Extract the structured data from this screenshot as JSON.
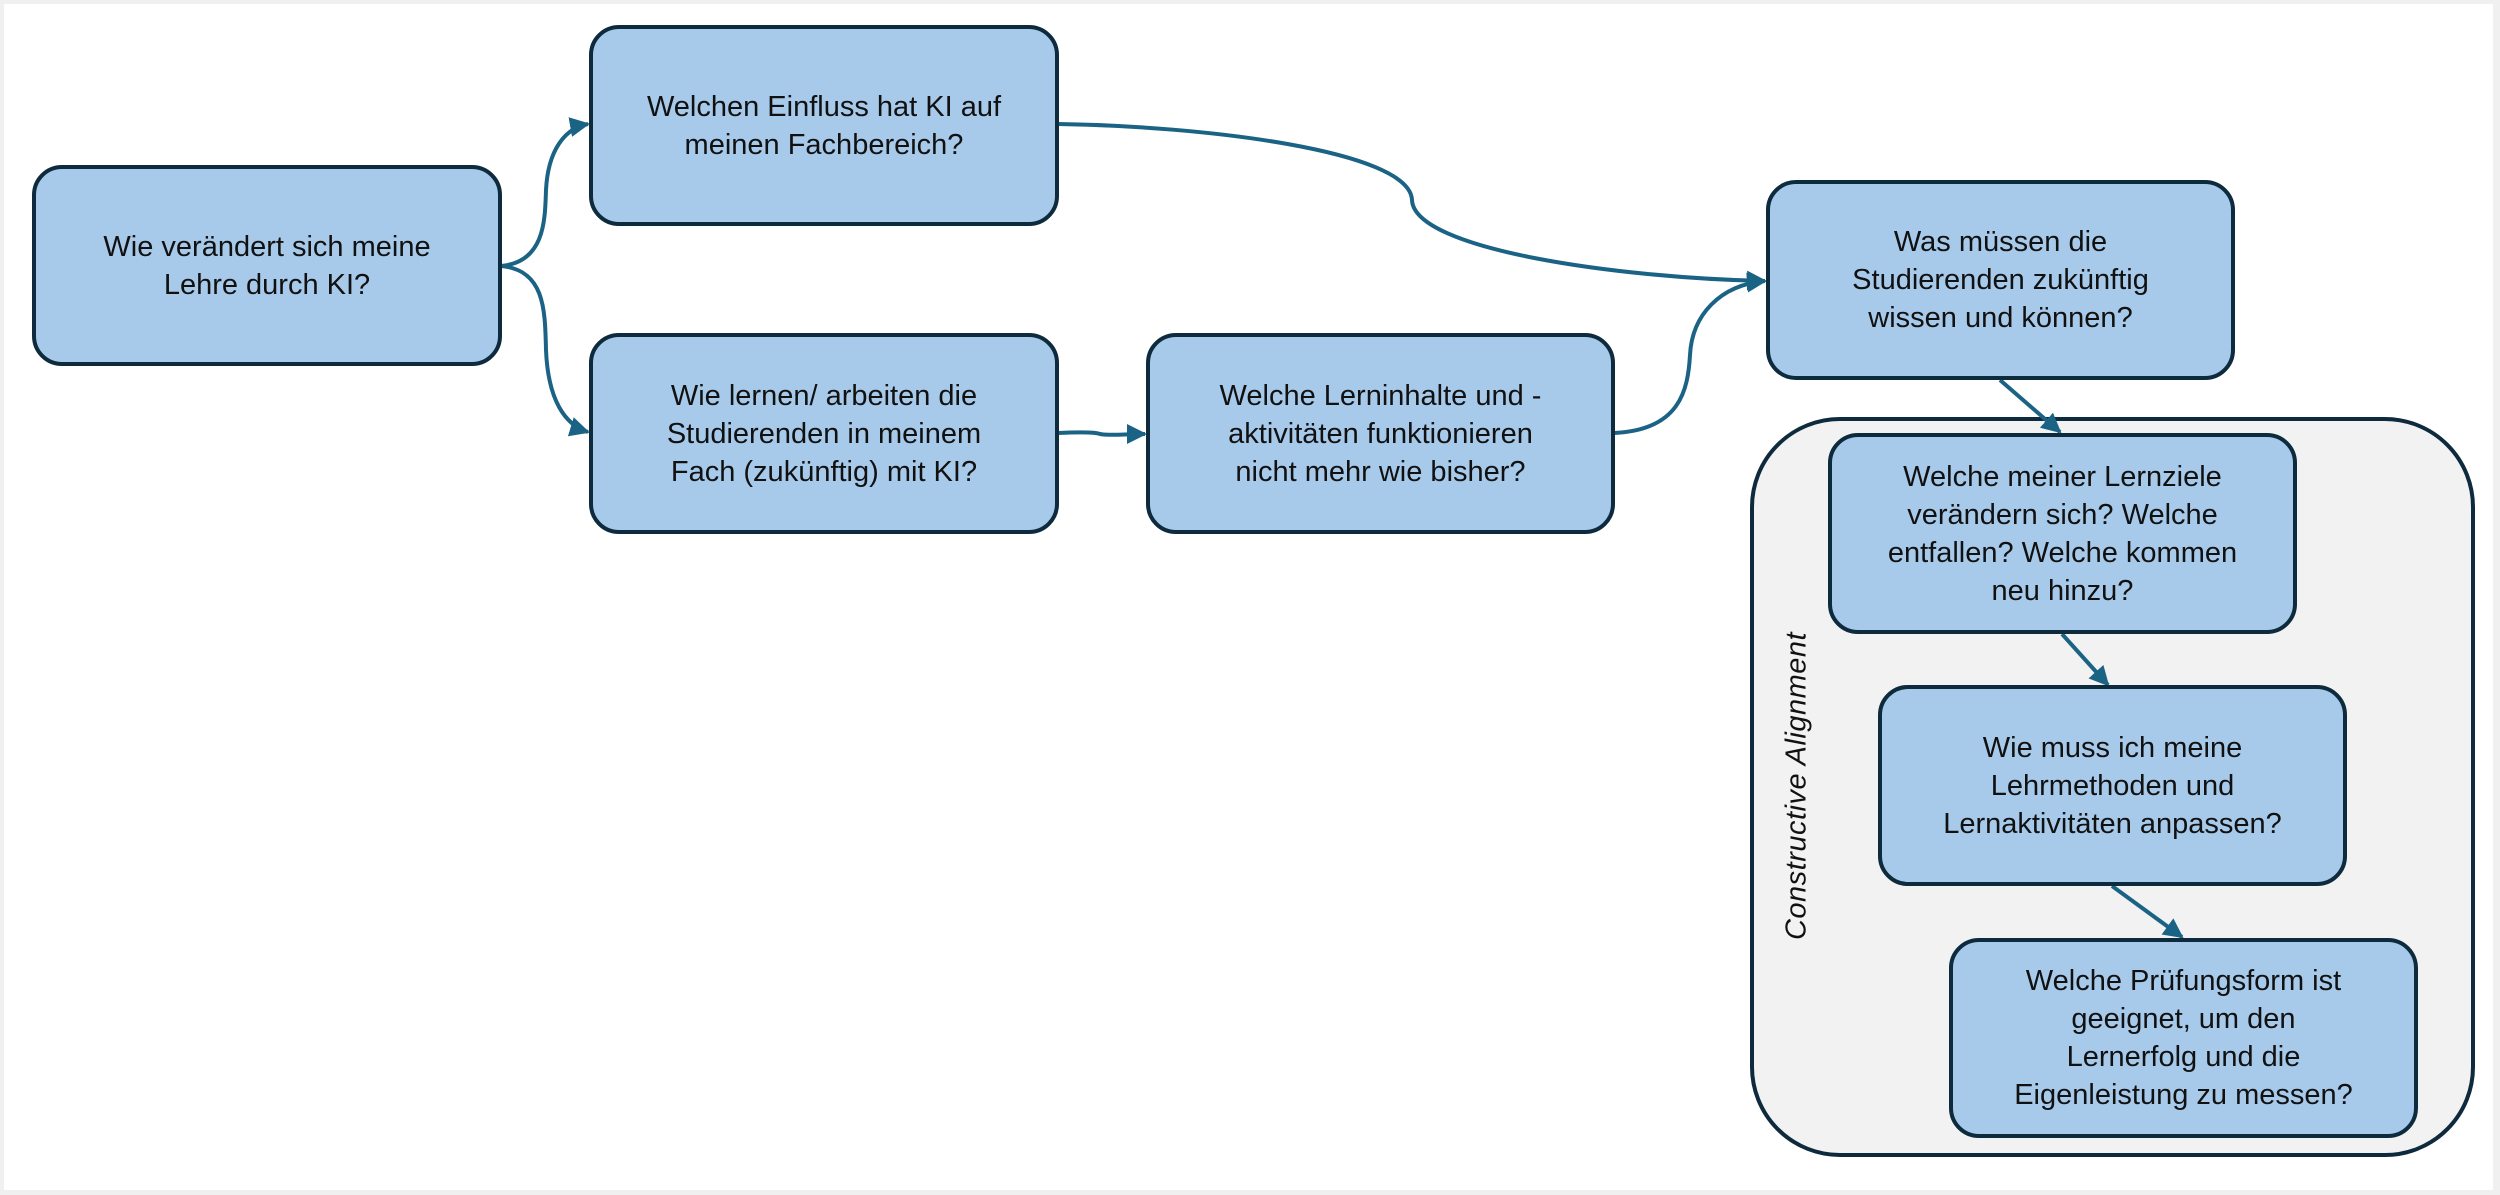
{
  "diagram": {
    "colors": {
      "node_fill": "#a7caeb",
      "node_border": "#0e2a3d",
      "connector": "#1b6385",
      "group_fill": "#f2f2f2",
      "background": "#ffffff"
    },
    "group": {
      "label": "Constructive Alignment"
    },
    "nodes": [
      {
        "id": "n1",
        "text": "Wie verändert sich meine\nLehre durch KI?"
      },
      {
        "id": "n2",
        "text": "Welchen Einfluss hat KI auf\nmeinen Fachbereich?"
      },
      {
        "id": "n3",
        "text": "Wie lernen/ arbeiten die\nStudierenden in meinem\nFach (zukünftig) mit KI?"
      },
      {
        "id": "n4",
        "text": "Welche Lerninhalte und -\naktivitäten funktionieren\nnicht mehr wie bisher?"
      },
      {
        "id": "n5",
        "text": "Was müssen die\nStudierenden zukünftig\nwissen und können?"
      },
      {
        "id": "n6",
        "text": "Welche meiner Lernziele\nverändern sich? Welche\nentfallen? Welche kommen\nneu hinzu?"
      },
      {
        "id": "n7",
        "text": "Wie muss ich meine\nLehrmethoden und\nLernaktivitäten anpassen?"
      },
      {
        "id": "n8",
        "text": "Welche Prüfungsform ist\ngeeignet, um den\nLernerfolg und die\nEigenleistung zu messen?"
      }
    ],
    "edges": [
      {
        "from": "n1",
        "to": "n2"
      },
      {
        "from": "n1",
        "to": "n3"
      },
      {
        "from": "n2",
        "to": "n5"
      },
      {
        "from": "n3",
        "to": "n4"
      },
      {
        "from": "n4",
        "to": "n5"
      },
      {
        "from": "n5",
        "to": "n6"
      },
      {
        "from": "n6",
        "to": "n7"
      },
      {
        "from": "n7",
        "to": "n8"
      }
    ]
  }
}
